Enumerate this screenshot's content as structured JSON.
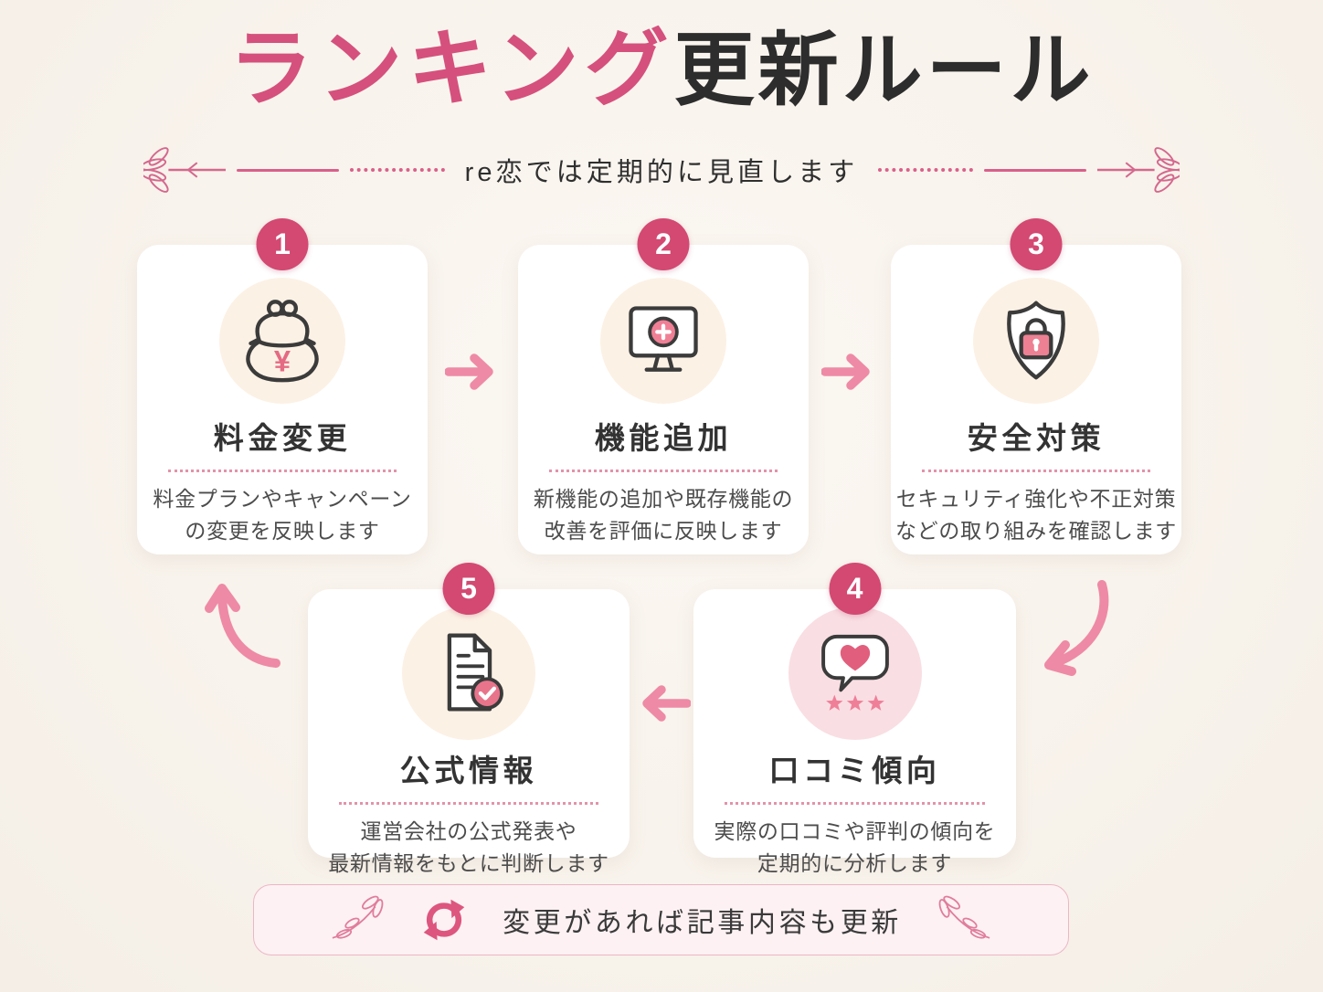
{
  "header": {
    "title_accent": "ランキング",
    "title_rest": "更新ルール",
    "subtitle": "re恋では定期的に見直します"
  },
  "steps": [
    {
      "number": "1",
      "title": "料金変更",
      "desc_line1": "料金プランやキャンペーン",
      "desc_line2": "の変更を反映します",
      "icon": "coin-purse-icon",
      "yen_symbol": "¥"
    },
    {
      "number": "2",
      "title": "機能追加",
      "desc_line1": "新機能の追加や既存機能の",
      "desc_line2": "改善を評価に反映します",
      "icon": "monitor-plus-icon"
    },
    {
      "number": "3",
      "title": "安全対策",
      "desc_line1": "セキュリティ強化や不正対策",
      "desc_line2": "などの取り組みを確認します",
      "icon": "shield-lock-icon"
    },
    {
      "number": "4",
      "title": "口コミ傾向",
      "desc_line1": "実際の口コミや評判の傾向を",
      "desc_line2": "定期的に分析します",
      "icon": "review-heart-bubble-icon"
    },
    {
      "number": "5",
      "title": "公式情報",
      "desc_line1": "運営会社の公式発表や",
      "desc_line2": "最新情報をもとに判断します",
      "icon": "official-document-check-icon"
    }
  ],
  "footer": {
    "note": "変更があれば記事内容も更新",
    "icon": "refresh-icon"
  },
  "colors": {
    "background": "#f8f3ec",
    "card_background": "#ffffff",
    "badge_pink": "#d34972",
    "title_accent_pink": "#d5507d",
    "title_dark": "#2d2d2d",
    "arrow_pink": "#ee8aa5",
    "divider_dotted_pink": "#e293a9",
    "icon_circle_cream": "#fcf1e5",
    "icon_circle_pink": "#f9dee3",
    "icon_fill_pink": "#ed8093",
    "text_body": "#4c4c4c",
    "banner_background": "#fdf1f3",
    "banner_border": "#edb6c5",
    "refresh_pink": "#dd5680"
  }
}
